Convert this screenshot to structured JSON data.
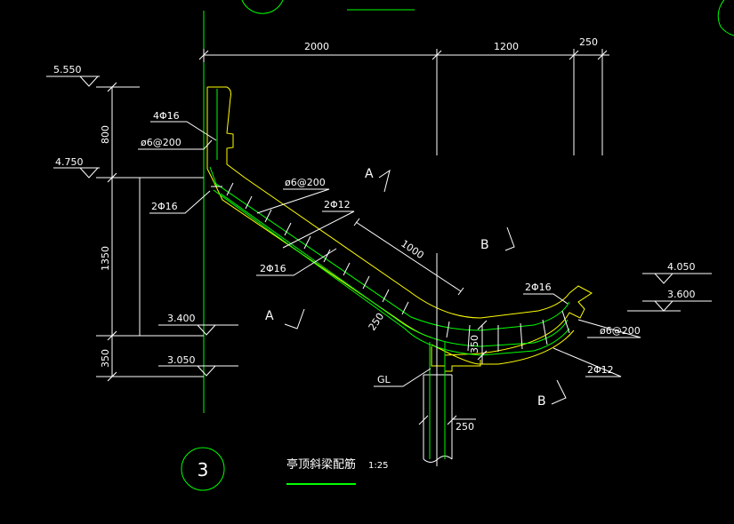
{
  "colors": {
    "background": "#000000",
    "dimension_lines": "#ffffff",
    "outline": "#ffff00",
    "rebar": "#00ff00",
    "axis": "#00ff00",
    "leader": "#ffffff"
  },
  "dimensions": {
    "top_2000": "2000",
    "top_1200": "1200",
    "top_250": "250",
    "left_800": "800",
    "left_1350": "1350",
    "left_350": "350",
    "slope_1000": "1000",
    "slope_250": "250",
    "curve_350": "350",
    "column_250": "250"
  },
  "elevations": {
    "e5550": "5.550",
    "e4750": "4.750",
    "e3400": "3.400",
    "e3050": "3.050",
    "e4050": "4.050",
    "e3600": "3.600"
  },
  "rebar_labels": {
    "top_4phi16": "4Φ16",
    "top_stirrup": "ø6@200",
    "left_2phi16": "2Φ16",
    "mid_stirrup": "ø6@200",
    "mid_2phi12": "2Φ12",
    "mid_2phi16": "2Φ16",
    "right_2phi16": "2Φ16",
    "right_stirrup": "ø6@200",
    "right_2phi12": "2Φ12"
  },
  "section_marks": {
    "a_top": "A",
    "a_bottom": "A",
    "b_top": "B",
    "b_bottom": "B"
  },
  "column_label": "GL",
  "axis_number": "3",
  "drawing_title": "亭顶斜梁配筋",
  "scale": "1:25"
}
